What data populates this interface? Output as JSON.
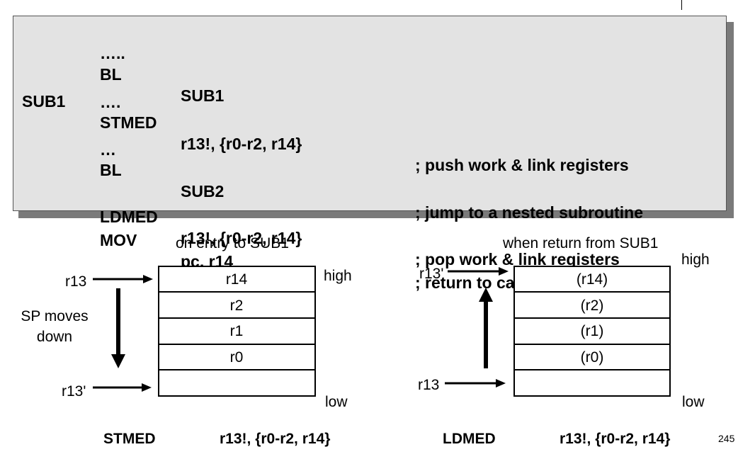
{
  "code": {
    "lines": [
      {
        "label": "",
        "op": "BL",
        "args": "SUB1",
        "comment": ""
      },
      {
        "label": "SUB1",
        "op": "STMED",
        "args": "r13!, {r0-r2, r14}",
        "comment": "; push work & link registers"
      },
      {
        "label": "",
        "op": "BL",
        "args": "SUB2",
        "comment": "; jump to a nested subroutine"
      },
      {
        "label": "",
        "op": "LDMED",
        "args": "r13!, {r0-r2, r14}",
        "comment": "; pop work & link registers"
      },
      {
        "label": "",
        "op": "MOV",
        "args": "pc, r14",
        "comment": "; return to calling program"
      }
    ],
    "ellipses": [
      "…..",
      "….",
      "…"
    ]
  },
  "left_diagram": {
    "title": "on entry to SUB1",
    "cells": [
      "r14",
      "r2",
      "r1",
      "r0",
      ""
    ],
    "high_label": "high",
    "low_label": "low",
    "top_pointer": "r13",
    "bottom_pointer": "r13'",
    "movement_label_line1": "SP moves",
    "movement_label_line2": "down",
    "caption_op": "STMED",
    "caption_args": "r13!, {r0-r2, r14}"
  },
  "right_diagram": {
    "title": "when return from SUB1",
    "cells": [
      "(r14)",
      "(r2)",
      "(r1)",
      "(r0)",
      ""
    ],
    "high_label": "high",
    "low_label": "low",
    "top_pointer": "r13'",
    "bottom_pointer": "r13",
    "caption_op": "LDMED",
    "caption_args": "r13!, {r0-r2, r14}"
  },
  "page_number": "245"
}
